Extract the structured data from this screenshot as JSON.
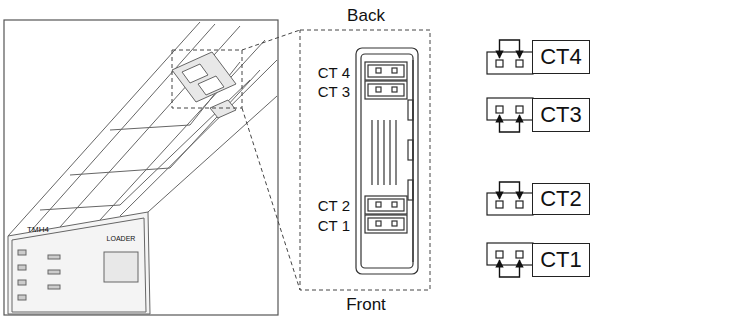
{
  "diagram": {
    "nodes": [
      {
        "text": [
          "CT4"
        ]
      },
      {
        "text": [
          "CT3"
        ]
      },
      {
        "text": [
          "CT2"
        ]
      },
      {
        "text": [
          "CT1"
        ]
      }
    ],
    "labels": [
      "Back",
      "CT 4",
      "CT 3",
      "CT 2",
      "CT 1",
      "Front",
      "TMH4",
      "LOADER"
    ]
  }
}
